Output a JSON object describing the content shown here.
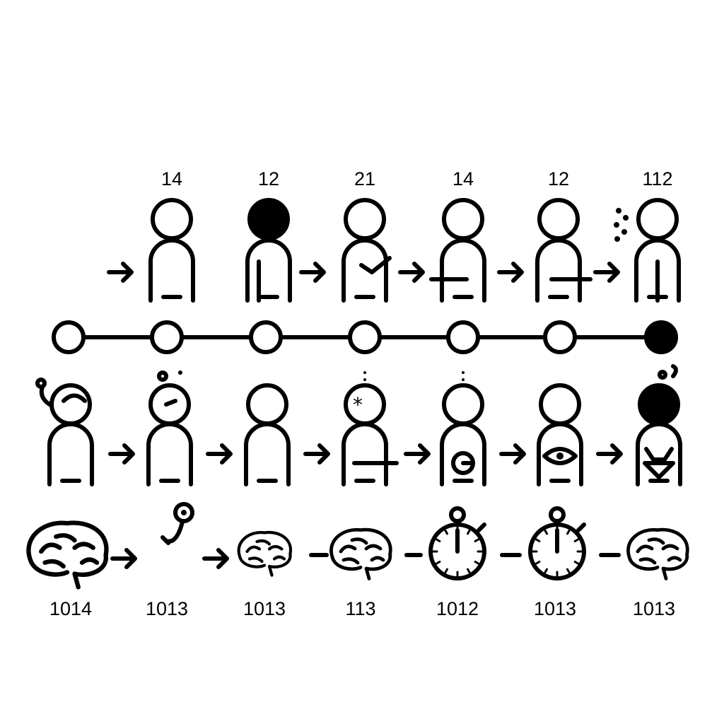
{
  "top_row": {
    "labels": [
      "14",
      "12",
      "21",
      "14",
      "12",
      "112"
    ],
    "figures": [
      {
        "variant": "plain",
        "head_filled": false
      },
      {
        "variant": "plain",
        "head_filled": true
      },
      {
        "variant": "check-arm",
        "head_filled": false
      },
      {
        "variant": "left-arm",
        "head_filled": false
      },
      {
        "variant": "right-arm",
        "head_filled": false
      },
      {
        "variant": "dots",
        "head_filled": false
      }
    ]
  },
  "timeline": {
    "nodes": [
      false,
      false,
      false,
      false,
      false,
      false,
      true
    ]
  },
  "middle_row": {
    "figures": [
      {
        "variant": "waving",
        "head_filled": false
      },
      {
        "variant": "dots-above",
        "head_filled": false
      },
      {
        "variant": "plain",
        "head_filled": false
      },
      {
        "variant": "asterisk-arm",
        "head_filled": false
      },
      {
        "variant": "gauge",
        "head_filled": false
      },
      {
        "variant": "eye",
        "head_filled": false
      },
      {
        "variant": "shield",
        "head_filled": true
      }
    ]
  },
  "bottom_row": {
    "labels": [
      "1014",
      "1013",
      "1013",
      "113",
      "1012",
      "1013",
      "1013"
    ],
    "icons": [
      "brain-icon",
      "stethoscope-icon",
      "brain-icon",
      "brain-icon",
      "stopwatch-icon",
      "stopwatch-icon",
      "brain-icon"
    ]
  },
  "colors": {
    "ink": "#000000",
    "background": "#ffffff"
  }
}
